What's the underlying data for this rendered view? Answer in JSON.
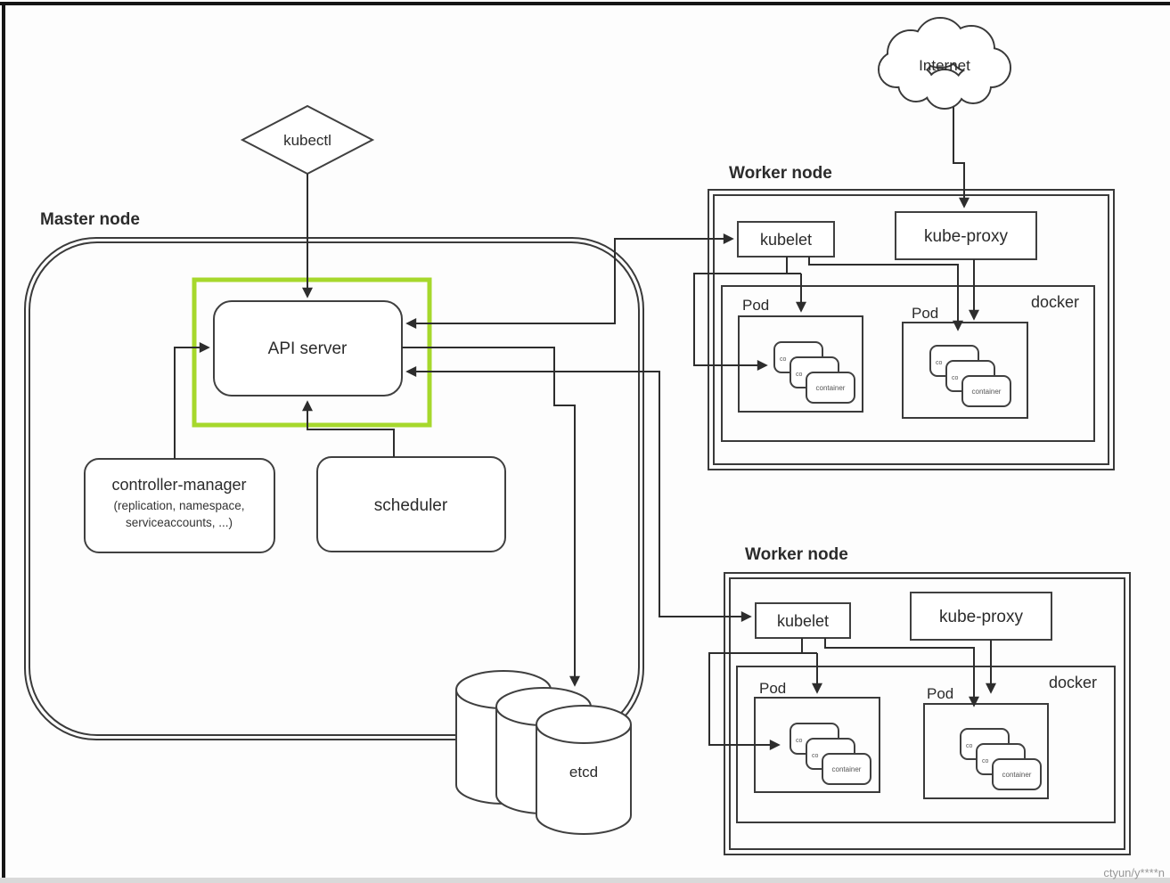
{
  "palette": {
    "highlight_green": "#a6d82c",
    "line": "#2d2d2d",
    "box_border": "#404040",
    "frame_bar": "#151515",
    "bottom_bar": "#d9d9d9"
  },
  "kubectl_label": "kubectl",
  "internet_label": "Internet",
  "master": {
    "title": "Master node",
    "api_server": "API server",
    "controller_manager": "controller-manager",
    "controller_manager_sub1": "(replication, namespace,",
    "controller_manager_sub2": "serviceaccounts, ...)",
    "scheduler": "scheduler",
    "etcd": "etcd"
  },
  "workers": [
    {
      "title": "Worker node",
      "kubelet": "kubelet",
      "kube_proxy": "kube-proxy",
      "docker": "docker",
      "pods": [
        {
          "label": "Pod",
          "container_back": "co",
          "container_mid": "co",
          "container_front": "container"
        },
        {
          "label": "Pod",
          "container_back": "co",
          "container_mid": "co",
          "container_front": "container"
        }
      ]
    },
    {
      "title": "Worker node",
      "kubelet": "kubelet",
      "kube_proxy": "kube-proxy",
      "docker": "docker",
      "pods": [
        {
          "label": "Pod",
          "container_back": "co",
          "container_mid": "co",
          "container_front": "container"
        },
        {
          "label": "Pod",
          "container_back": "co",
          "container_mid": "co",
          "container_front": "container"
        }
      ]
    }
  ],
  "watermark": "ctyun/y****n"
}
